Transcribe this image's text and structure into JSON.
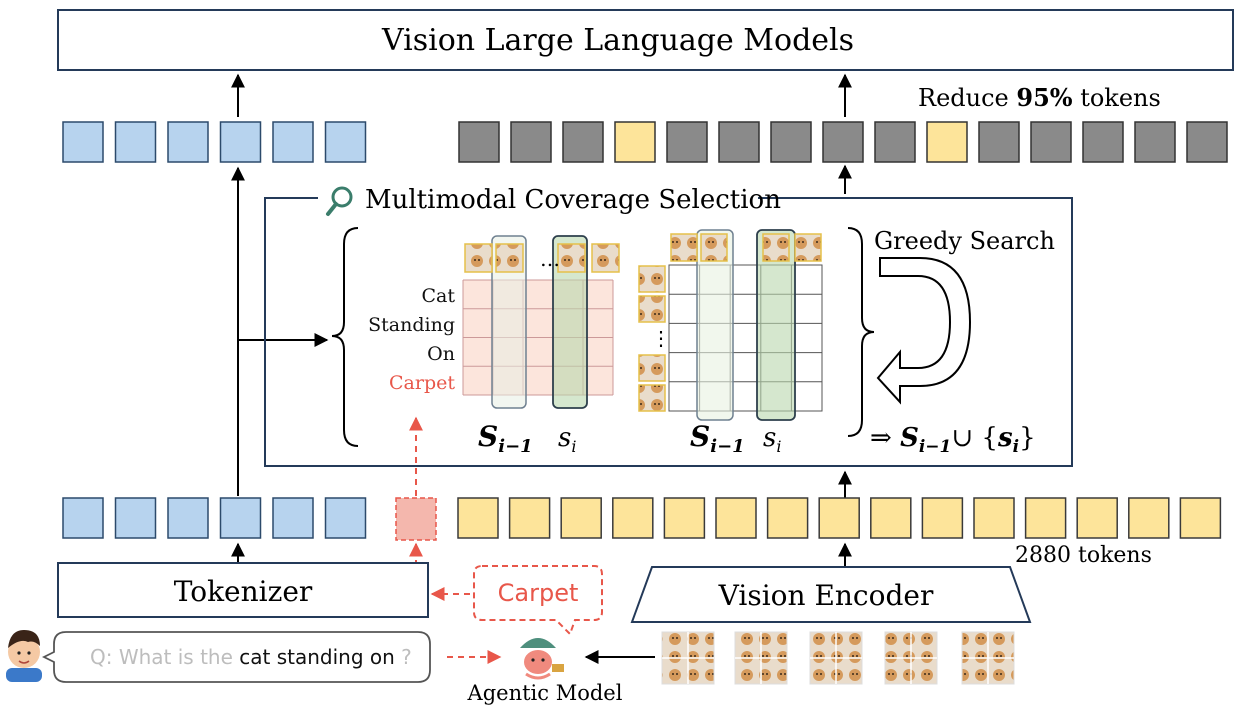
{
  "title": "Vision Large Language Models",
  "reduce": {
    "prefix": "Reduce ",
    "percent": "95%",
    "suffix": " tokens"
  },
  "selection": {
    "label": "Multimodal Coverage Selection",
    "greedy": "Greedy Search",
    "words": [
      "Cat",
      "Standing",
      "On",
      "Carpet"
    ],
    "set_label": "S",
    "set_sub": "i−1",
    "item_label": "s",
    "item_sub": "i",
    "formula_arrow": "⇒",
    "formula_union": "∪ {",
    "formula_close": "}",
    "dots": "…",
    "vdots": "⋮"
  },
  "tokens": {
    "count_label": "2880 tokens"
  },
  "tokenizer": {
    "label": "Tokenizer"
  },
  "encoder": {
    "label": "Vision Encoder"
  },
  "agent": {
    "label": "Agentic Model",
    "bubble": "Carpet"
  },
  "question": {
    "prefix": "Q: What is the ",
    "highlight": "cat standing on",
    "suffix": " ?"
  },
  "colors": {
    "blue": "#b7d3ee",
    "blue_border": "#2c4a6b",
    "yellow": "#fde49a",
    "yellow_border": "#3a3a3a",
    "gray": "#8a8a8a",
    "pink": "#f4b7ad",
    "red": "#e8574a",
    "navy": "#243a59"
  }
}
